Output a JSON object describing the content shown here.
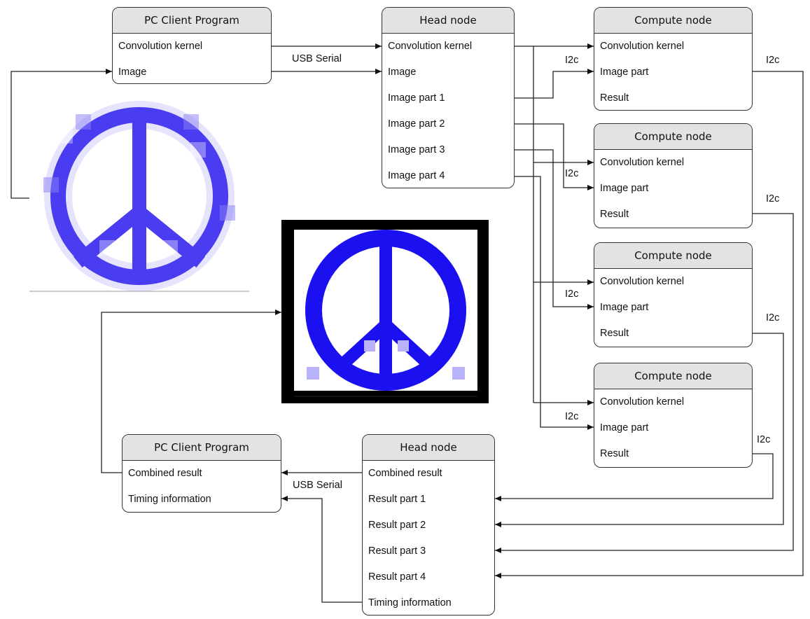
{
  "diagram": {
    "colors": {
      "stroke": "#222222",
      "title_bg": "#e3e3e3",
      "image_blue": "#1a10f0",
      "image_light": "#4a3cf0"
    },
    "top": {
      "pc_client": {
        "title": "PC Client Program",
        "rows": [
          "Convolution kernel",
          "Image"
        ]
      },
      "head_node": {
        "title": "Head node",
        "rows": [
          "Convolution kernel",
          "Image",
          "Image part 1",
          "Image part 2",
          "Image part 3",
          "Image part 4"
        ]
      },
      "usb_label": "USB Serial"
    },
    "compute_nodes": [
      {
        "title": "Compute node",
        "rows": [
          "Convolution kernel",
          "Image part",
          "Result"
        ]
      },
      {
        "title": "Compute node",
        "rows": [
          "Convolution kernel",
          "Image part",
          "Result"
        ]
      },
      {
        "title": "Compute node",
        "rows": [
          "Convolution kernel",
          "Image part",
          "Result"
        ]
      },
      {
        "title": "Compute node",
        "rows": [
          "Convolution kernel",
          "Image part",
          "Result"
        ]
      }
    ],
    "i2c_label": "I2c",
    "bottom": {
      "pc_client": {
        "title": "PC Client Program",
        "rows": [
          "Combined result",
          "Timing information"
        ]
      },
      "head_node": {
        "title": "Head node",
        "rows": [
          "Combined result",
          "Result part 1",
          "Result part 2",
          "Result part 3",
          "Result part 4",
          "Timing information"
        ]
      },
      "usb_label": "USB Serial"
    },
    "input_image_icon": "peace-sign-pixel-icon",
    "output_image_icon": "peace-sign-pixel-output-icon"
  }
}
